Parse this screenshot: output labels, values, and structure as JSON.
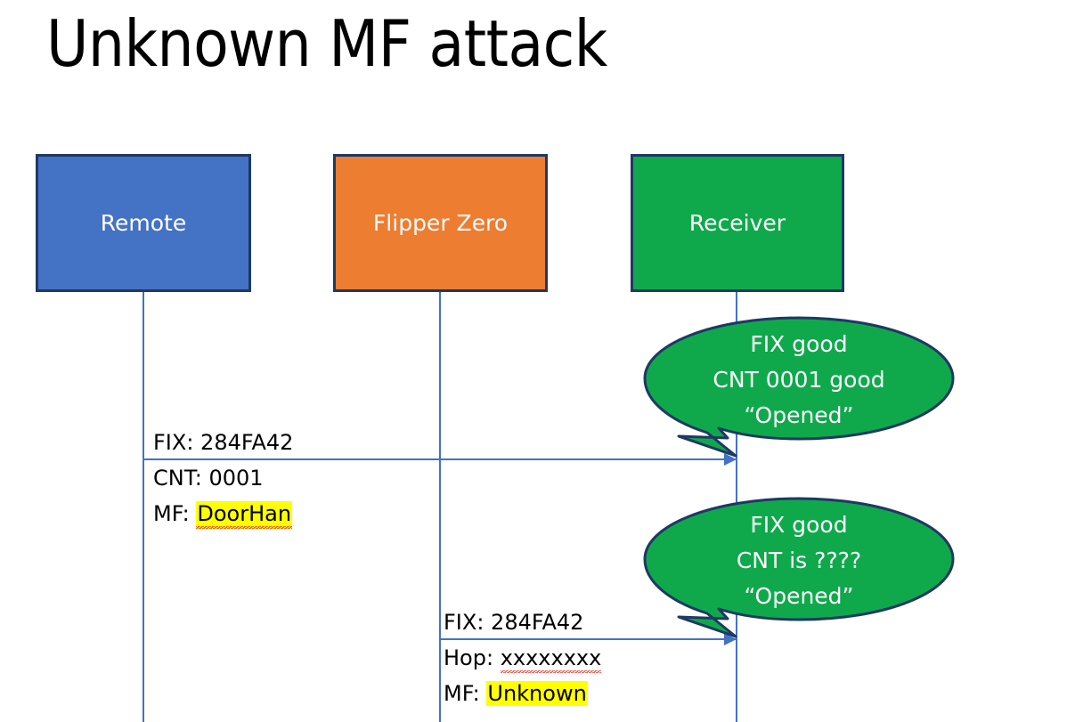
{
  "slide": {
    "title": "Unknown MF attack",
    "background_color": "#FFFFFF"
  },
  "colors": {
    "remote_blue": "#4472C4",
    "flipper_orange": "#ED7D31",
    "receiver_green": "#0FA94C",
    "box_border_navy": "#1F3864",
    "lifeline_blue": "#4472C4",
    "highlight_yellow": "#FFFF00",
    "spellcheck_red": "#E03C31",
    "text_black": "#000000",
    "label_white": "#FFFFFF"
  },
  "actors": [
    {
      "id": "remote",
      "label": "Remote",
      "fill": "#4472C4"
    },
    {
      "id": "flipper",
      "label": "Flipper Zero",
      "fill": "#ED7D31"
    },
    {
      "id": "receiver",
      "label": "Receiver",
      "fill": "#0FA94C"
    }
  ],
  "messages": [
    {
      "id": "remote-to-receiver",
      "from": "remote",
      "to": "receiver",
      "lines": [
        {
          "prefix": "FIX: ",
          "value": "284FA42",
          "highlight": false,
          "spellcheck": false
        },
        {
          "prefix": "CNT: ",
          "value": "0001",
          "highlight": false,
          "spellcheck": false
        },
        {
          "prefix": "MF: ",
          "value": "DoorHan",
          "highlight": true,
          "spellcheck": true
        }
      ]
    },
    {
      "id": "flipper-to-receiver",
      "from": "flipper",
      "to": "receiver",
      "lines": [
        {
          "prefix": "FIX: ",
          "value": "284FA42",
          "highlight": false,
          "spellcheck": false
        },
        {
          "prefix": "Hop: ",
          "value": "xxxxxxxx",
          "highlight": false,
          "spellcheck": true
        },
        {
          "prefix": "MF: ",
          "value": "Unknown",
          "highlight": true,
          "spellcheck": false
        }
      ]
    }
  ],
  "callouts": [
    {
      "id": "callout-1",
      "points_to": "remote-to-receiver",
      "fill": "#0FA94C",
      "lines": [
        "FIX good",
        "CNT 0001 good",
        "“Opened”"
      ]
    },
    {
      "id": "callout-2",
      "points_to": "flipper-to-receiver",
      "fill": "#0FA94C",
      "lines": [
        "FIX good",
        "CNT is ????",
        "“Opened”"
      ]
    }
  ]
}
